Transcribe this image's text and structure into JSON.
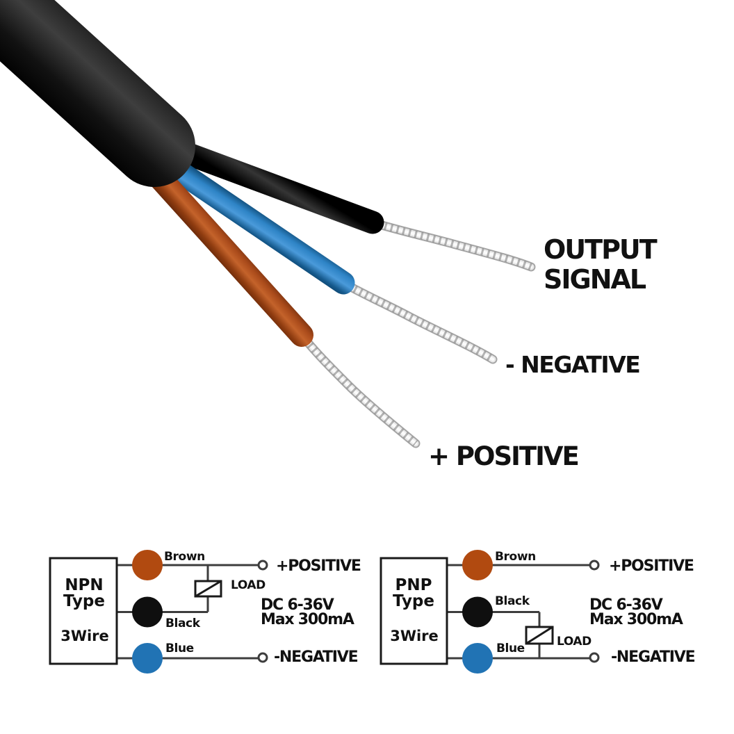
{
  "figure": {
    "annotations": {
      "output_line1": "OUTPUT",
      "output_line2": "SIGNAL",
      "negative": "- NEGATIVE",
      "positive": "+ POSITIVE"
    },
    "cable": {
      "jacket_color": "#1a1a1a",
      "output_wire_color": "#141414",
      "negative_wire_color": "#2173b4",
      "positive_wire_color": "#b14a16",
      "strand_color": "#d8d8d8"
    }
  },
  "diagrams": [
    {
      "title_lines": [
        "NPN",
        "Type",
        "3Wire"
      ],
      "wires": [
        {
          "label": "Brown",
          "color": "#b14a10"
        },
        {
          "label": "Black",
          "color": "#0f0f0f"
        },
        {
          "label": "Blue",
          "color": "#2173b4"
        }
      ],
      "load_label": "LOAD",
      "positive_terminal": "+POSITIVE",
      "negative_terminal": "-NEGATIVE",
      "spec_line1": "DC 6-36V",
      "spec_line2": "Max 300mA"
    },
    {
      "title_lines": [
        "PNP",
        "Type",
        "3Wire"
      ],
      "wires": [
        {
          "label": "Brown",
          "color": "#b14a10"
        },
        {
          "label": "Black",
          "color": "#0f0f0f"
        },
        {
          "label": "Blue",
          "color": "#2173b4"
        }
      ],
      "load_label": "LOAD",
      "positive_terminal": "+POSITIVE",
      "negative_terminal": "-NEGATIVE",
      "spec_line1": "DC 6-36V",
      "spec_line2": "Max 300mA"
    }
  ]
}
